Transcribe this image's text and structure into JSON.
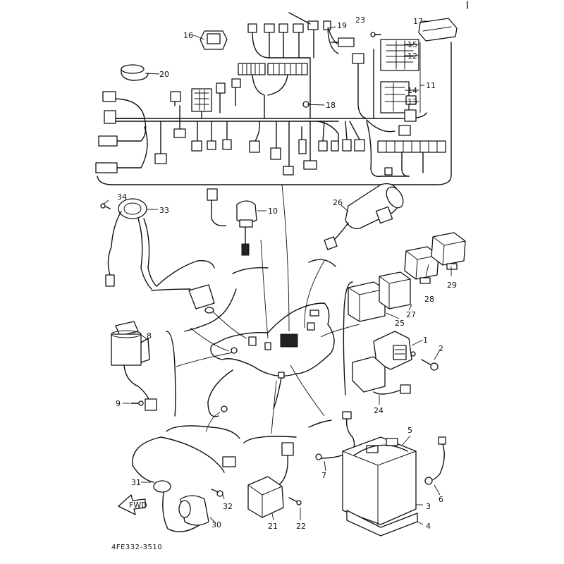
{
  "diagram": {
    "part_number": "4FE332-3510",
    "fwd_label": "FWD",
    "callouts": [
      "1",
      "2",
      "3",
      "4",
      "5",
      "6",
      "7",
      "8",
      "9",
      "10",
      "11",
      "12",
      "13",
      "14",
      "15",
      "16",
      "17",
      "18",
      "19",
      "20",
      "21",
      "22",
      "23",
      "24",
      "25",
      "26",
      "27",
      "28",
      "29",
      "30",
      "31",
      "32",
      "33",
      "34"
    ]
  }
}
